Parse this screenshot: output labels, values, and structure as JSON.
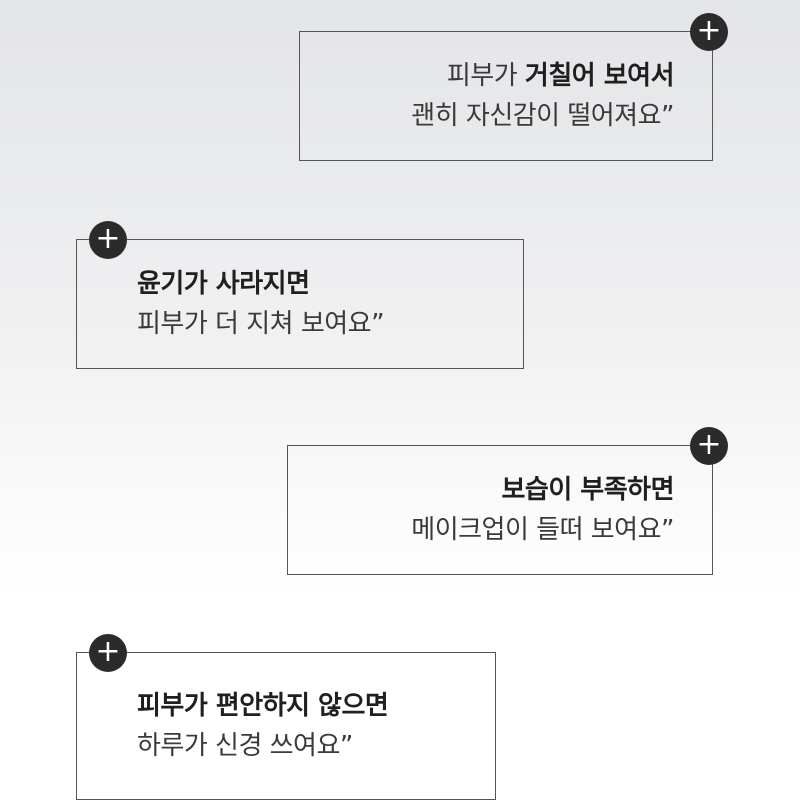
{
  "cards": [
    {
      "line1_pre": "피부가 ",
      "line1_bold": "거칠어 보여서",
      "line2": "괜히 자신감이 떨어져요”",
      "plus_label": "+"
    },
    {
      "line1_pre": "",
      "line1_bold": "윤기가 사라지면",
      "line2": "피부가 더 지쳐 보여요”",
      "plus_label": "+"
    },
    {
      "line1_pre": "",
      "line1_bold": "보습이 부족하면",
      "line2": "메이크업이 들떠 보여요”",
      "plus_label": "+"
    },
    {
      "line1_pre": "",
      "line1_bold": "피부가 편안하지 않으면",
      "line2": "하루가 신경 쓰여요”",
      "plus_label": "+"
    }
  ],
  "icons": {
    "expand": "plus-icon"
  },
  "colors": {
    "border": "#555555",
    "badge": "#2b2b2b",
    "text": "#3a3a3a",
    "text_bold": "#1f1f1f"
  }
}
